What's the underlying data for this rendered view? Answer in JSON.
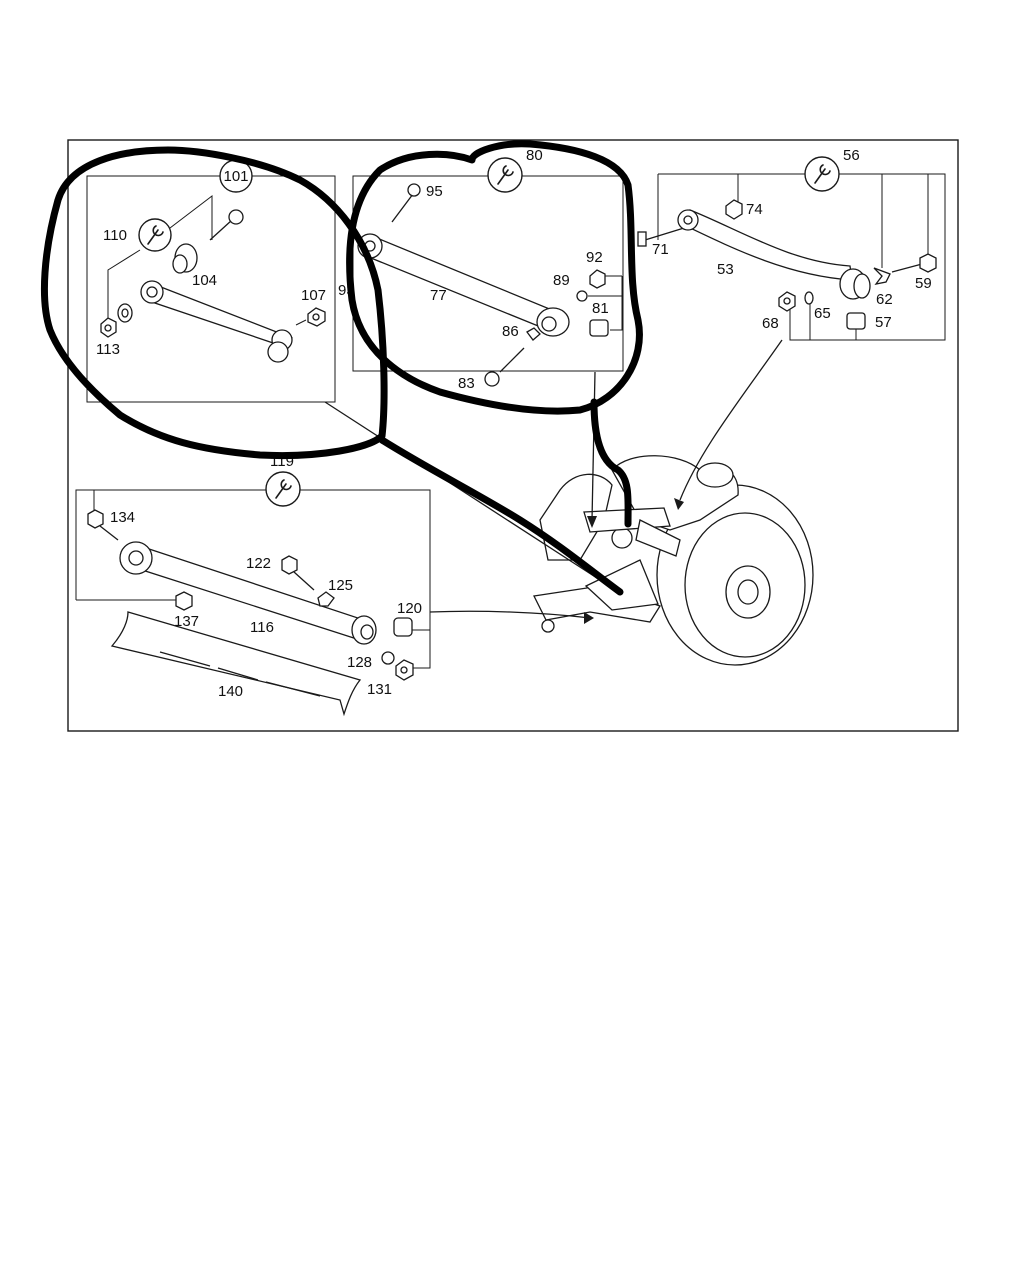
{
  "diagram": {
    "group_numbers": {
      "g101": "101",
      "g80": "80",
      "g56": "56",
      "g119": "119"
    },
    "part_labels": {
      "p95": "95",
      "p110": "110",
      "p104": "104",
      "p107": "107",
      "p113": "113",
      "p93": "93",
      "p77": "77",
      "p92": "92",
      "p89": "89",
      "p81": "81",
      "p86": "86",
      "p83": "83",
      "p74": "74",
      "p71": "71",
      "p53": "53",
      "p62": "62",
      "p59": "59",
      "p68": "68",
      "p65": "65",
      "p57": "57",
      "p134": "134",
      "p122": "122",
      "p125": "125",
      "p120": "120",
      "p137": "137",
      "p116": "116",
      "p128": "128",
      "p131": "131",
      "p140": "140"
    },
    "icons": {
      "wrench": "wrench-icon"
    },
    "colors": {
      "line": "#1a1a1a",
      "marker": "#000000",
      "background": "#ffffff"
    }
  }
}
